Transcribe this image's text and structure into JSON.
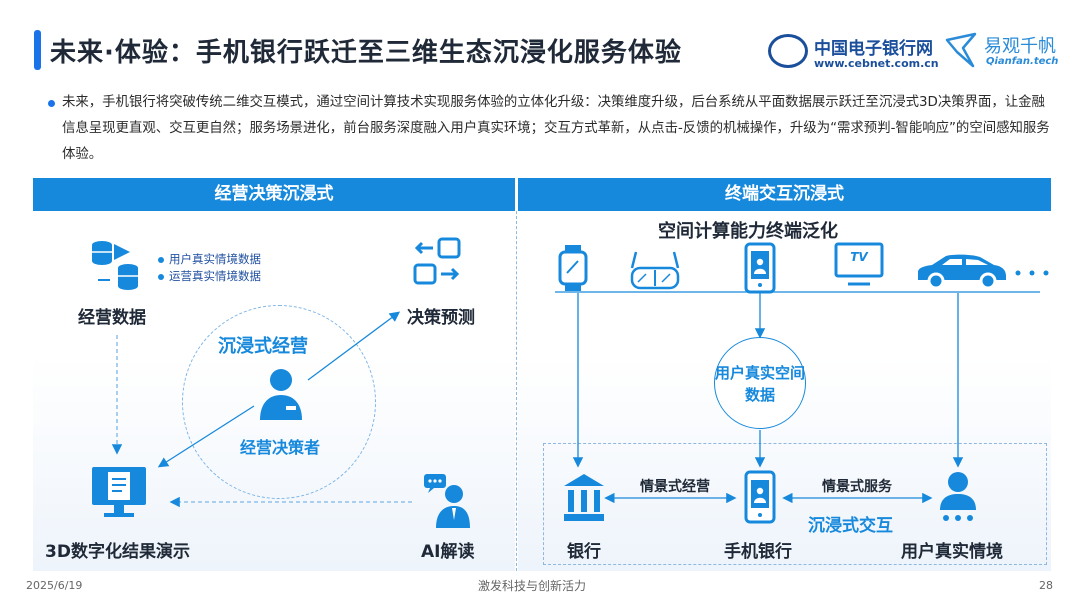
{
  "header": {
    "title": "未来·体验：手机银行跃迁至三维生态沉浸化服务体验",
    "logo_cebnet_cn": "中国电子银行网",
    "logo_cebnet_en": "www.cebnet.com.cn",
    "logo_qianfan_cn": "易观千帆",
    "logo_qianfan_en": "Qianfan.tech"
  },
  "intro": "未来，手机银行将突破传统二维交互模式，通过空间计算技术实现服务体验的立体化升级：决策维度升级，后台系统从平面数据展示跃迁至沉浸式3D决策界面，让金融信息呈现更直观、交互更自然；服务场景进化，前台服务深度融入用户真实环境；交互方式革新，从点击-反馈的机械操作，升级为“需求预判-智能响应”的空间感知服务体验。",
  "left_panel": {
    "header": "经营决策沉浸式",
    "data_label": "经营数据",
    "legend": [
      "用户真实情境数据",
      "运营真实情境数据"
    ],
    "center_title": "沉浸式经营",
    "center_role": "经营决策者",
    "prediction_label": "决策预测",
    "result_label": "3D数字化结果演示",
    "ai_label": "AI解读"
  },
  "right_panel": {
    "header": "终端交互沉浸式",
    "subtitle": "空间计算能力终端泛化",
    "tv_text": "TV",
    "user_data": "用户真实空间数据",
    "bank_label": "银行",
    "mobile_bank_label": "手机银行",
    "user_context_label": "用户真实情境",
    "scenario_operation": "情景式经营",
    "scenario_service": "情景式服务",
    "immersive_interaction": "沉浸式交互"
  },
  "footer": {
    "date": "2025/6/19",
    "slogan": "激发科技与创新活力",
    "page": "28"
  },
  "colors": {
    "accent": "#1789dc",
    "title_blue": "#1a73e8",
    "brand_dark": "#1b4f9c"
  }
}
